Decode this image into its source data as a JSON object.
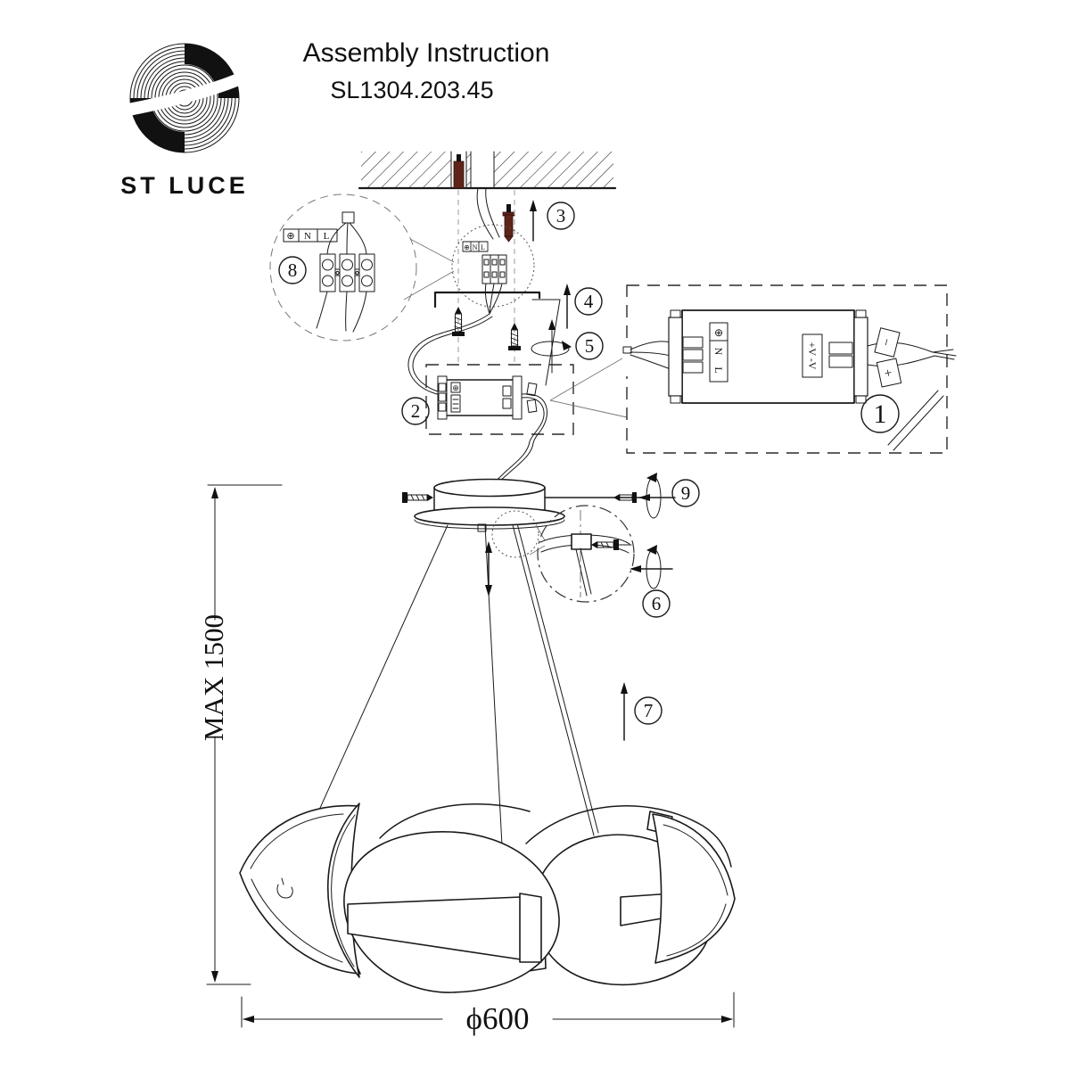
{
  "header": {
    "brand": "ST LUCE",
    "title": "Assembly Instruction",
    "model": "SL1304.203.45"
  },
  "steps": [
    "1",
    "2",
    "3",
    "4",
    "5",
    "6",
    "7",
    "8",
    "9"
  ],
  "labels": {
    "ground": "⊕",
    "neutral": "N",
    "line": "L",
    "output": "+V -V",
    "minus": "−",
    "plus": "+"
  },
  "dimensions": {
    "max_height": "MAX 1500",
    "diameter": "ϕ600"
  },
  "colors": {
    "line": "#1a1a1a",
    "anchor": "#5e241a",
    "background": "#ffffff"
  }
}
